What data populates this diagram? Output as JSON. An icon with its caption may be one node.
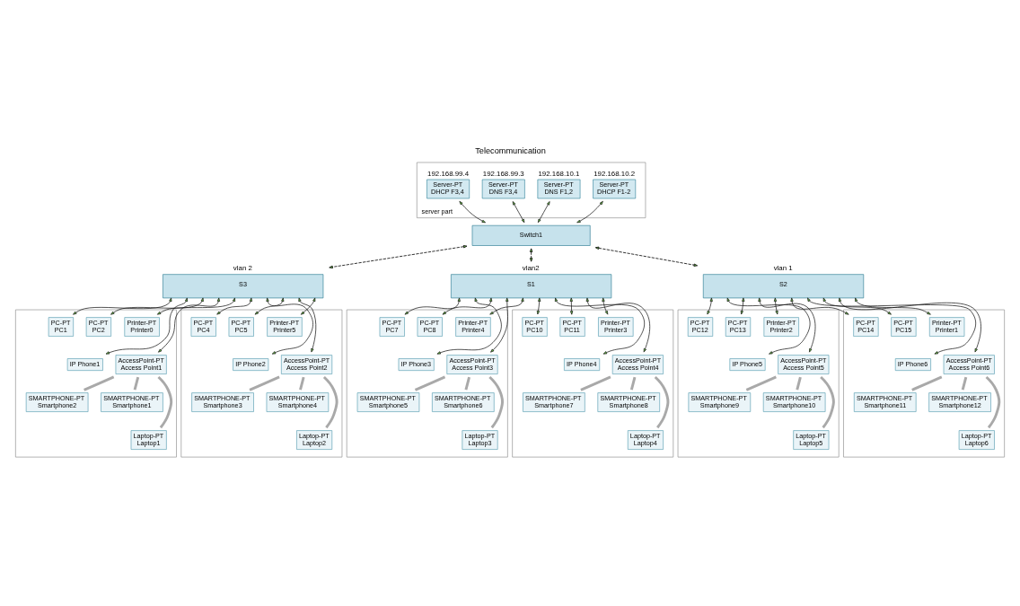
{
  "diagram": {
    "title": "Telecommunication",
    "nodes": [
      {
        "text": [
          "server part"
        ]
      },
      {
        "text": [
          "Server-PT",
          "DHCP F3,4"
        ],
        "beside": [
          "192.168.99.4"
        ],
        "in": 0
      },
      {
        "text": [
          "Server-PT",
          "DNS F3,4"
        ],
        "beside": [
          "192.168.99.3"
        ],
        "in": 0
      },
      {
        "text": [
          "Server-PT",
          "DNS F1,2"
        ],
        "beside": [
          "192.168.10.1"
        ],
        "in": 0
      },
      {
        "text": [
          "Server-PT",
          "DHCP F1-2"
        ],
        "beside": [
          "192.168.10.2"
        ],
        "in": 0
      },
      {
        "text": [
          "Switch1"
        ]
      },
      {
        "text": [
          "S3"
        ],
        "beside": [
          "vlan 2"
        ]
      },
      {
        "text": [
          "S1"
        ],
        "beside": [
          "vlan2"
        ]
      },
      {
        "text": [
          "S2"
        ],
        "beside": [
          "vlan 1"
        ]
      },
      {
        "text": [],
        "shape": "box"
      },
      {
        "text": [
          "PC-PT",
          "PC1"
        ],
        "in": 9
      },
      {
        "text": [
          "PC-PT",
          "PC2"
        ],
        "in": 9
      },
      {
        "text": [
          "Printer-PT",
          "Printer0"
        ],
        "in": 9
      },
      {
        "text": [
          "IP Phone1"
        ],
        "in": 9
      },
      {
        "text": [
          "AccessPoint-PT",
          "Access Point1"
        ],
        "in": 9
      },
      {
        "text": [
          "SMARTPHONE-PT",
          "Smartphone2"
        ],
        "in": 9
      },
      {
        "text": [
          "SMARTPHONE-PT",
          "Smartphone1"
        ],
        "in": 9
      },
      {
        "text": [
          "Laptop-PT",
          "Laptop1"
        ],
        "in": 9
      },
      {
        "text": [],
        "shape": "box"
      },
      {
        "text": [
          "PC-PT",
          "PC4"
        ],
        "in": 18
      },
      {
        "text": [
          "PC-PT",
          "PC5"
        ],
        "in": 18
      },
      {
        "text": [
          "Printer-PT",
          "Printer5"
        ],
        "in": 18
      },
      {
        "text": [
          "IP Phone2"
        ],
        "in": 18
      },
      {
        "text": [
          "AccessPoint-PT",
          "Access Point2"
        ],
        "in": 18
      },
      {
        "text": [
          "SMARTPHONE-PT",
          "Smartphone3"
        ],
        "in": 18
      },
      {
        "text": [
          "SMARTPHONE-PT",
          "Smartphone4"
        ],
        "in": 18
      },
      {
        "text": [
          "Laptop-PT",
          "Laptop2"
        ],
        "in": 18
      },
      {
        "text": [],
        "shape": "box"
      },
      {
        "text": [
          "PC-PT",
          "PC7"
        ],
        "in": 27
      },
      {
        "text": [
          "PC-PT",
          "PC8"
        ],
        "in": 27
      },
      {
        "text": [
          "Printer-PT",
          "Printer4"
        ],
        "in": 27
      },
      {
        "text": [
          "IP Phone3"
        ],
        "in": 27
      },
      {
        "text": [
          "AccessPoint-PT",
          "Access Point3"
        ],
        "in": 27
      },
      {
        "text": [
          "SMARTPHONE-PT",
          "Smartphone5"
        ],
        "in": 27
      },
      {
        "text": [
          "SMARTPHONE-PT",
          "Smartphone6"
        ],
        "in": 27
      },
      {
        "text": [
          "Laptop-PT",
          "Laptop3"
        ],
        "in": 27
      },
      {
        "text": [],
        "shape": "box"
      },
      {
        "text": [
          "PC-PT",
          "PC10"
        ],
        "in": 36
      },
      {
        "text": [
          "PC-PT",
          "PC11"
        ],
        "in": 36
      },
      {
        "text": [
          "Printer-PT",
          "Printer3"
        ],
        "in": 36
      },
      {
        "text": [
          "IP Phone4"
        ],
        "in": 36
      },
      {
        "text": [
          "AccessPoint-PT",
          "Access Point4"
        ],
        "in": 36
      },
      {
        "text": [
          "SMARTPHONE-PT",
          "Smartphone7"
        ],
        "in": 36
      },
      {
        "text": [
          "SMARTPHONE-PT",
          "Smartphone8"
        ],
        "in": 36
      },
      {
        "text": [
          "Laptop-PT",
          "Laptop4"
        ],
        "in": 36
      },
      {
        "text": [],
        "shape": "box"
      },
      {
        "text": [
          "PC-PT",
          "PC12"
        ],
        "in": 45
      },
      {
        "text": [
          "PC-PT",
          "PC13"
        ],
        "in": 45
      },
      {
        "text": [
          "Printer-PT",
          "Printer2"
        ],
        "in": 45
      },
      {
        "text": [
          "IP Phone5"
        ],
        "in": 45
      },
      {
        "text": [
          "AccessPoint-PT",
          "Access Point5"
        ],
        "in": 45
      },
      {
        "text": [
          "SMARTPHONE-PT",
          "Smartphone9"
        ],
        "in": 45
      },
      {
        "text": [
          "SMARTPHONE-PT",
          "Smartphone10"
        ],
        "in": 45
      },
      {
        "text": [
          "Laptop-PT",
          "Laptop5"
        ],
        "in": 45
      },
      {
        "text": [],
        "shape": "box"
      },
      {
        "text": [
          "PC-PT",
          "PC14"
        ],
        "in": 54
      },
      {
        "text": [
          "PC-PT",
          "PC15"
        ],
        "in": 54
      },
      {
        "text": [
          "Printer-PT",
          "Printer1"
        ],
        "in": 54
      },
      {
        "text": [
          "IP Phone6"
        ],
        "in": 54
      },
      {
        "text": [
          "AccessPoint-PT",
          "Access Point6"
        ],
        "in": 54
      },
      {
        "text": [
          "SMARTPHONE-PT",
          "Smartphone11"
        ],
        "in": 54
      },
      {
        "text": [
          "SMARTPHONE-PT",
          "Smartphone12"
        ],
        "in": 54
      },
      {
        "text": [
          "Laptop-PT",
          "Laptop6"
        ],
        "in": 54
      }
    ],
    "edges": [
      {
        "from": 1,
        "to": 5,
        "arrow": "both"
      },
      {
        "from": 2,
        "to": 5,
        "arrow": "both"
      },
      {
        "from": 3,
        "to": 5,
        "arrow": "both"
      },
      {
        "from": 4,
        "to": 5,
        "arrow": "both"
      },
      {
        "from": 5,
        "to": 6,
        "arrow": "both",
        "style": "dashed"
      },
      {
        "from": 5,
        "to": 7,
        "arrow": "both",
        "style": "dashed"
      },
      {
        "from": 5,
        "to": 8,
        "arrow": "both",
        "style": "dashed"
      },
      {
        "from": 6,
        "to": 10,
        "arrow": "both"
      },
      {
        "from": 6,
        "to": 11,
        "arrow": "both"
      },
      {
        "from": 6,
        "to": 12,
        "arrow": "both"
      },
      {
        "from": 6,
        "to": 13,
        "arrow": "both"
      },
      {
        "from": 6,
        "to": 14,
        "arrow": "both"
      },
      {
        "from": 14,
        "to": 15,
        "arrow": "none",
        "style": "thick",
        "color": "#a9a9a9"
      },
      {
        "from": 14,
        "to": 16,
        "arrow": "none",
        "style": "thick",
        "color": "#a9a9a9"
      },
      {
        "from": 14,
        "to": 17,
        "arrow": "none",
        "style": "thick",
        "color": "#a9a9a9"
      },
      {
        "from": 6,
        "to": 19,
        "arrow": "both"
      },
      {
        "from": 6,
        "to": 20,
        "arrow": "both"
      },
      {
        "from": 6,
        "to": 21,
        "arrow": "both"
      },
      {
        "from": 6,
        "to": 22,
        "arrow": "both"
      },
      {
        "from": 6,
        "to": 23,
        "arrow": "both"
      },
      {
        "from": 23,
        "to": 24,
        "arrow": "none",
        "style": "thick",
        "color": "#a9a9a9"
      },
      {
        "from": 23,
        "to": 25,
        "arrow": "none",
        "style": "thick",
        "color": "#a9a9a9"
      },
      {
        "from": 23,
        "to": 26,
        "arrow": "none",
        "style": "thick",
        "color": "#a9a9a9"
      },
      {
        "from": 7,
        "to": 28,
        "arrow": "both"
      },
      {
        "from": 7,
        "to": 29,
        "arrow": "both"
      },
      {
        "from": 7,
        "to": 30,
        "arrow": "both"
      },
      {
        "from": 7,
        "to": 31,
        "arrow": "both"
      },
      {
        "from": 7,
        "to": 32,
        "arrow": "both"
      },
      {
        "from": 32,
        "to": 33,
        "arrow": "none",
        "style": "thick",
        "color": "#a9a9a9"
      },
      {
        "from": 32,
        "to": 34,
        "arrow": "none",
        "style": "thick",
        "color": "#a9a9a9"
      },
      {
        "from": 32,
        "to": 35,
        "arrow": "none",
        "style": "thick",
        "color": "#a9a9a9"
      },
      {
        "from": 7,
        "to": 37,
        "arrow": "both"
      },
      {
        "from": 7,
        "to": 38,
        "arrow": "both"
      },
      {
        "from": 7,
        "to": 39,
        "arrow": "both"
      },
      {
        "from": 7,
        "to": 40,
        "arrow": "both"
      },
      {
        "from": 7,
        "to": 41,
        "arrow": "both"
      },
      {
        "from": 41,
        "to": 42,
        "arrow": "none",
        "style": "thick",
        "color": "#a9a9a9"
      },
      {
        "from": 41,
        "to": 43,
        "arrow": "none",
        "style": "thick",
        "color": "#a9a9a9"
      },
      {
        "from": 41,
        "to": 44,
        "arrow": "none",
        "style": "thick",
        "color": "#a9a9a9"
      },
      {
        "from": 8,
        "to": 46,
        "arrow": "both"
      },
      {
        "from": 8,
        "to": 47,
        "arrow": "both"
      },
      {
        "from": 8,
        "to": 48,
        "arrow": "both"
      },
      {
        "from": 8,
        "to": 49,
        "arrow": "both"
      },
      {
        "from": 8,
        "to": 50,
        "arrow": "both"
      },
      {
        "from": 50,
        "to": 51,
        "arrow": "none",
        "style": "thick",
        "color": "#a9a9a9"
      },
      {
        "from": 50,
        "to": 52,
        "arrow": "none",
        "style": "thick",
        "color": "#a9a9a9"
      },
      {
        "from": 50,
        "to": 53,
        "arrow": "none",
        "style": "thick",
        "color": "#a9a9a9"
      },
      {
        "from": 8,
        "to": 55,
        "arrow": "both"
      },
      {
        "from": 8,
        "to": 56,
        "arrow": "both"
      },
      {
        "from": 8,
        "to": 57,
        "arrow": "both"
      },
      {
        "from": 8,
        "to": 58,
        "arrow": "both"
      },
      {
        "from": 8,
        "to": 59,
        "arrow": "both"
      },
      {
        "from": 59,
        "to": 60,
        "arrow": "none",
        "style": "thick",
        "color": "#a9a9a9"
      },
      {
        "from": 59,
        "to": 61,
        "arrow": "none",
        "style": "thick",
        "color": "#a9a9a9"
      },
      {
        "from": 59,
        "to": 62,
        "arrow": "none",
        "style": "thick",
        "color": "#a9a9a9"
      }
    ]
  }
}
